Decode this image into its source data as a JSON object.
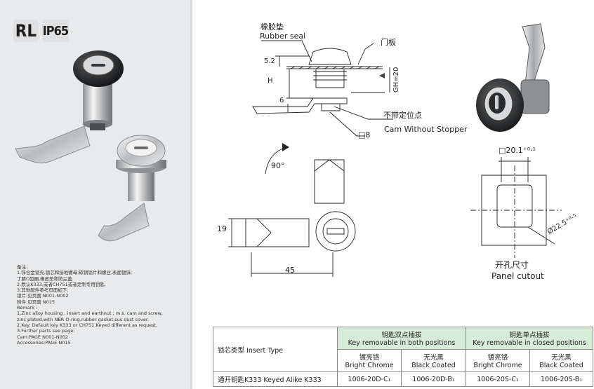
{
  "badges": {
    "model": "RL",
    "rating": "IP65"
  },
  "notes": {
    "lines": [
      "备注：",
      "1.锌合金锁壳,锁芯和接地螺母;碳钢锁片和螺丝,表面镀锌;",
      "丁腈O型圈,橡皮垫和防尘盖.",
      "2.默认K333,或者CH751或者定制专用钥匙.",
      "3.其他配件参考页面如下:",
      "锁片:见页面 N001-N002",
      "附件:见页面 N015",
      "Remark :",
      "1.Zinc alloy housing , insert and earthnut ; m.s. cam and screw,",
      "zinc plated,with NBR O-ring,rubber gasket,sus dust cover.",
      "2.Key: Default key K333 or CH751.Keyed different as request.",
      "3.Further parts see page:",
      "Cam:PAGE N001-N002",
      "Accessories:PAGE N015"
    ]
  },
  "drawing": {
    "rubber_seal_cn": "橡胶垫",
    "rubber_seal_en": "Rubber seal",
    "door_panel_cn": "门板",
    "dim_52": "5.2",
    "dim_h": "H",
    "dim_6": "6",
    "dim_gh": "GH=20",
    "no_stopper_cn": "不带定位点",
    "no_stopper_en": "Cam Without Stopper",
    "square_8": "□8",
    "rotation": "90°",
    "dim_19": "19",
    "dim_45": "45",
    "cutout_square": "□20.1⁺⁰·¹",
    "cutout_dia": "Ø22.5⁺⁰·⁵",
    "panel_cutout_cn": "开孔尺寸",
    "panel_cutout_en": "Panel cutout"
  },
  "table": {
    "insert_type": "锁芯类型 Insert Type",
    "both_cn": "钥匙双点插拔",
    "both_en": "Key removable in both positions",
    "closed_cn": "钥匙单点插拔",
    "closed_en": "Key removable in closed positions",
    "chrome_cn": "镀亮铬",
    "chrome_en": "Bright Chrome",
    "black_cn": "无光黑",
    "black_en": "Black Coated",
    "row_label": "通开钥匙K333 Keyed Alike K333",
    "codes": [
      "1006-20D-C₁",
      "1006-20D-B₁",
      "1006-20S-C₁",
      "1006-20S-B₁"
    ]
  }
}
